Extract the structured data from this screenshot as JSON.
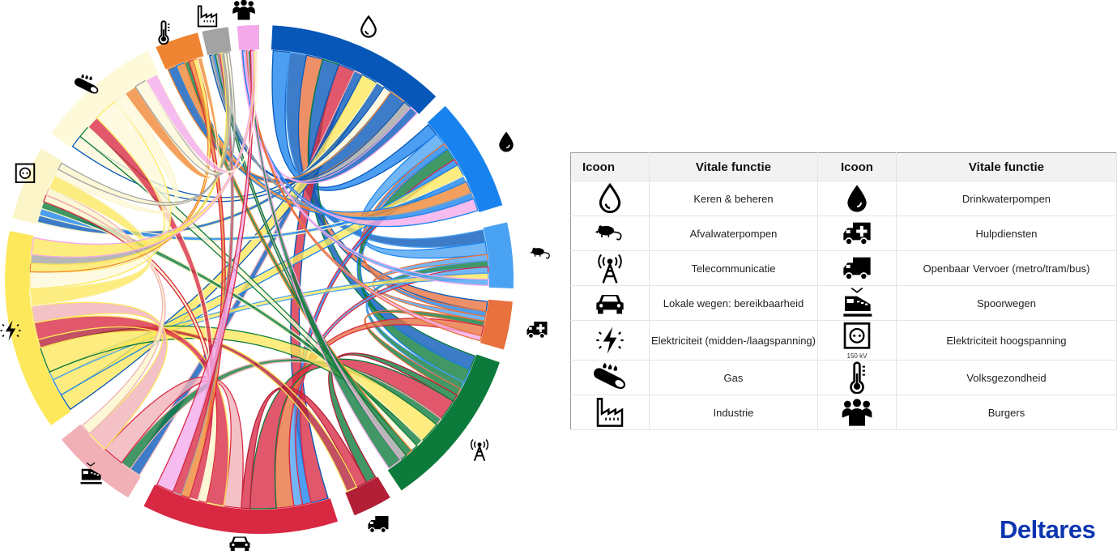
{
  "diagram": {
    "type": "chord",
    "nodes": [
      {
        "label": "Keren & beheren",
        "icon": "drop-outline-icon",
        "color": "#0757b8"
      },
      {
        "label": "Drinkwaterpompen",
        "icon": "drop-filled-icon",
        "color": "#1883ee"
      },
      {
        "label": "Afvalwaterpompen",
        "icon": "rat-icon",
        "color": "#4aa2f3"
      },
      {
        "label": "Hulpdiensten",
        "icon": "ambulance-icon",
        "color": "#e8713d"
      },
      {
        "label": "Telecommunicatie",
        "icon": "antenna-icon",
        "color": "#0c7a3a"
      },
      {
        "label": "Openbaar Vervoer (metro/tram/bus)",
        "icon": "truck-icon",
        "color": "#b21f37"
      },
      {
        "label": "Lokale wegen: bereikbaarheid",
        "icon": "car-icon",
        "color": "#d92842"
      },
      {
        "label": "Spoorwegen",
        "icon": "train-icon",
        "color": "#f0b0b6"
      },
      {
        "label": "Elektriciteit (midden-/laagspanning)",
        "icon": "lightning-icon",
        "color": "#fde85c"
      },
      {
        "label": "Elektriciteit hoogspanning",
        "icon": "socket-icon",
        "color": "#fbf5c9"
      },
      {
        "label": "Gas",
        "icon": "gas-pipe-icon",
        "color": "#fdf9d9"
      },
      {
        "label": "Volksgezondheid",
        "icon": "thermometer-icon",
        "color": "#ef8532"
      },
      {
        "label": "Industrie",
        "icon": "factory-icon",
        "color": "#a3a3a3"
      },
      {
        "label": "Burgers",
        "icon": "people-icon",
        "color": "#f4a9ea"
      }
    ],
    "links": [
      [
        0,
        1,
        2
      ],
      [
        0,
        2,
        2
      ],
      [
        0,
        3,
        2
      ],
      [
        0,
        4,
        2
      ],
      [
        0,
        6,
        2
      ],
      [
        0,
        7,
        1
      ],
      [
        0,
        8,
        2
      ],
      [
        0,
        9,
        1
      ],
      [
        0,
        10,
        1
      ],
      [
        0,
        11,
        2
      ],
      [
        0,
        12,
        1
      ],
      [
        0,
        13,
        1
      ],
      [
        1,
        2,
        2
      ],
      [
        1,
        3,
        1
      ],
      [
        1,
        4,
        2
      ],
      [
        1,
        6,
        1
      ],
      [
        1,
        8,
        2
      ],
      [
        1,
        9,
        1
      ],
      [
        1,
        11,
        2
      ],
      [
        1,
        12,
        1
      ],
      [
        1,
        13,
        2
      ],
      [
        2,
        3,
        1
      ],
      [
        2,
        4,
        1
      ],
      [
        2,
        6,
        1
      ],
      [
        2,
        8,
        1
      ],
      [
        2,
        13,
        1
      ],
      [
        3,
        4,
        1
      ],
      [
        3,
        6,
        2
      ],
      [
        3,
        13,
        1
      ],
      [
        4,
        5,
        1
      ],
      [
        4,
        6,
        3
      ],
      [
        4,
        7,
        1
      ],
      [
        4,
        8,
        3
      ],
      [
        4,
        9,
        1
      ],
      [
        4,
        10,
        1
      ],
      [
        4,
        11,
        1
      ],
      [
        4,
        12,
        1
      ],
      [
        4,
        13,
        2
      ],
      [
        5,
        6,
        1
      ],
      [
        5,
        8,
        1
      ],
      [
        6,
        7,
        2
      ],
      [
        6,
        8,
        2
      ],
      [
        6,
        9,
        1
      ],
      [
        6,
        10,
        1
      ],
      [
        6,
        11,
        1
      ],
      [
        6,
        12,
        1
      ],
      [
        6,
        13,
        2
      ],
      [
        7,
        8,
        2
      ],
      [
        7,
        9,
        1
      ],
      [
        8,
        9,
        2
      ],
      [
        8,
        10,
        2
      ],
      [
        8,
        11,
        1
      ],
      [
        8,
        12,
        1
      ],
      [
        8,
        13,
        2
      ],
      [
        9,
        10,
        1
      ],
      [
        9,
        12,
        1
      ],
      [
        10,
        11,
        1
      ],
      [
        10,
        12,
        1
      ],
      [
        10,
        13,
        1
      ]
    ]
  },
  "legend": {
    "headers": [
      "Icoon",
      "Vitale functie",
      "Icoon",
      "Vitale functie"
    ],
    "rows": [
      {
        "left": {
          "icon": "drop-outline-icon",
          "label": "Keren & beheren"
        },
        "right": {
          "icon": "drop-filled-icon",
          "label": "Drinkwaterpompen"
        }
      },
      {
        "left": {
          "icon": "rat-icon",
          "label": "Afvalwaterpompen"
        },
        "right": {
          "icon": "ambulance-icon",
          "label": "Hulpdiensten"
        }
      },
      {
        "left": {
          "icon": "antenna-icon",
          "label": "Telecommunicatie"
        },
        "right": {
          "icon": "truck-icon",
          "label": "Openbaar Vervoer (metro/tram/bus)"
        }
      },
      {
        "left": {
          "icon": "car-icon",
          "label": "Lokale wegen: bereikbaarheid"
        },
        "right": {
          "icon": "train-icon",
          "label": "Spoorwegen"
        }
      },
      {
        "left": {
          "icon": "lightning-icon",
          "label": "Elektriciteit (midden-/laagspanning)"
        },
        "right": {
          "icon": "socket-icon",
          "label": "Elektriciteit hoogspanning"
        }
      },
      {
        "left": {
          "icon": "gas-pipe-icon",
          "label": "Gas"
        },
        "right": {
          "icon": "thermometer-icon",
          "label": "Volksgezondheid"
        }
      },
      {
        "left": {
          "icon": "factory-icon",
          "label": "Industrie"
        },
        "right": {
          "icon": "people-icon",
          "label": "Burgers"
        }
      }
    ],
    "socket_caption": "150 kV"
  },
  "logo": "Deltares"
}
